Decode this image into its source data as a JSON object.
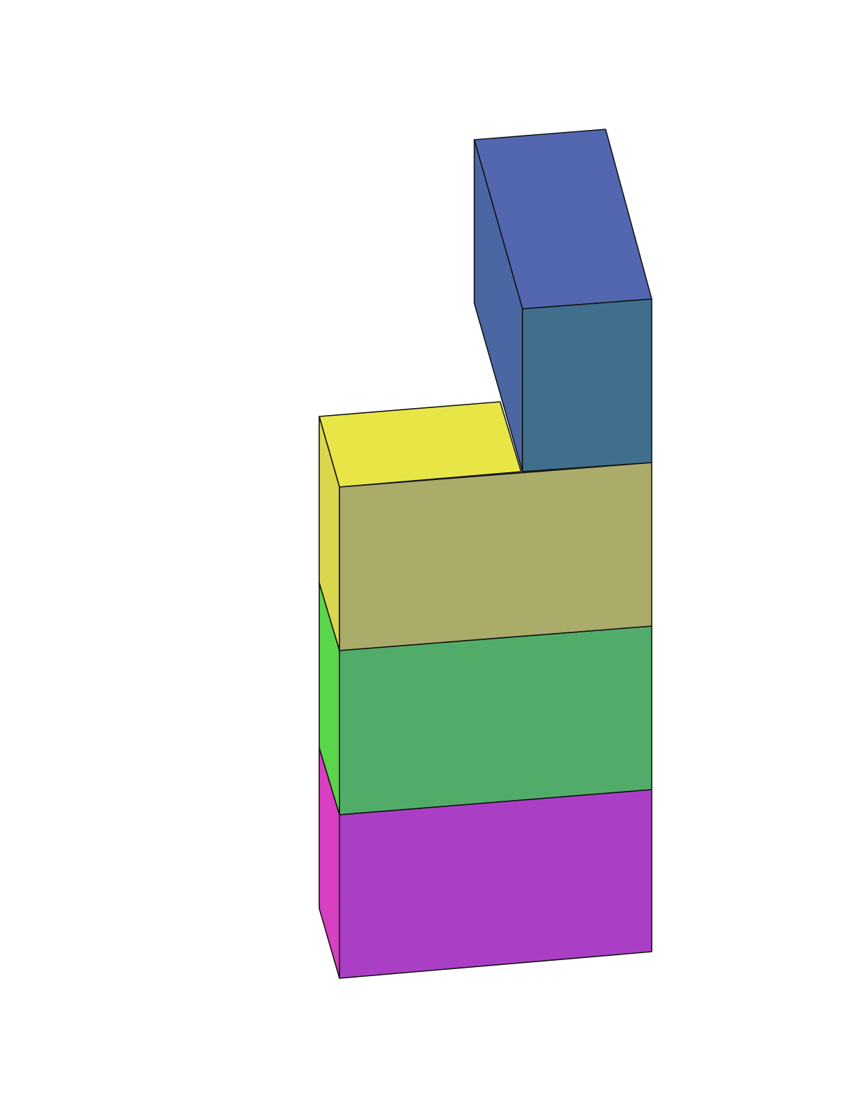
{
  "scene": {
    "background": "#ffffff",
    "edge_color": "#111111",
    "blocks": [
      {
        "name": "magenta-block",
        "colors": {
          "front": "#aa3fc6",
          "side": "#d83fc3"
        }
      },
      {
        "name": "green-block",
        "colors": {
          "front": "#52ac69",
          "side": "#5ad64a"
        }
      },
      {
        "name": "yellow-block",
        "colors": {
          "front": "#abab6a",
          "side": "#d9d74c",
          "top": "#e8e646"
        }
      },
      {
        "name": "blue-block",
        "colors": {
          "front": "#3f6f8c",
          "side": "#4a66a3",
          "top": "#5267b0"
        }
      }
    ]
  }
}
